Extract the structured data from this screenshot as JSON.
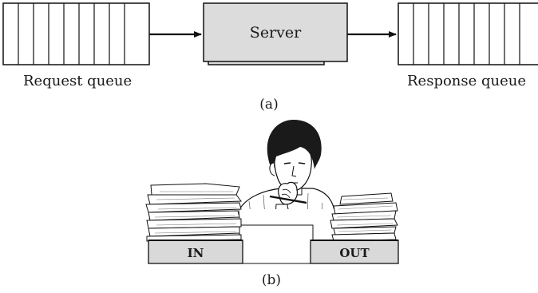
{
  "part_a": {
    "request_queue_label": "Request queue",
    "server_label": "Server",
    "response_queue_label": "Response queue",
    "caption": "(a)",
    "server_fill": "#dcdcdc"
  },
  "part_b": {
    "in_tray_label": "IN",
    "out_tray_label": "OUT",
    "caption": "(b)",
    "tray_fill": "#d9d9d9"
  }
}
